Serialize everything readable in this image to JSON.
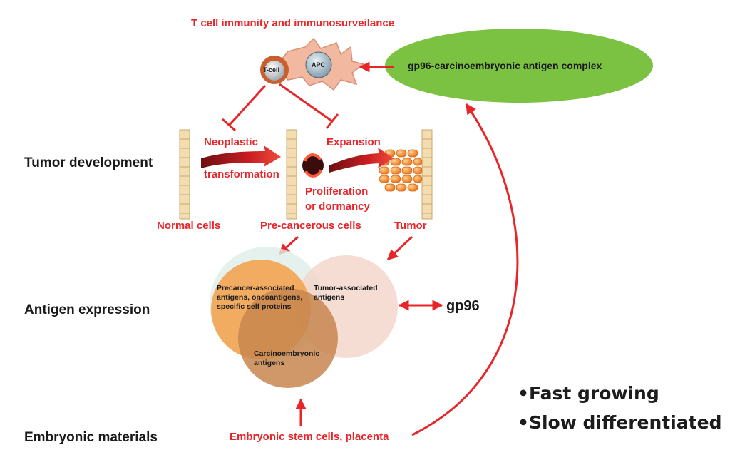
{
  "colors": {
    "accent_red": "#e8262a",
    "ellipse_green": "#7cc242",
    "cell_orange": "#f0a35e",
    "normal_cell": "#f3dcb0"
  },
  "diagram": {
    "top_label": "T cell immunity and immunosurveilance",
    "t_cell_label": "T-cell",
    "apc_label": "APC",
    "complex_label": "gp96-carcinoembryonic antigen complex",
    "rows": {
      "tumor_development": "Tumor development",
      "antigen_expression": "Antigen expression",
      "embryonic_materials": "Embryonic materials"
    },
    "steps": {
      "neoplastic_line1": "Neoplastic",
      "neoplastic_line2": "transformation",
      "expansion": "Expansion",
      "proliferation_line1": "Proliferation",
      "proliferation_line2": "or dormancy"
    },
    "stages": {
      "normal": "Normal cells",
      "precancerous": "Pre-cancerous cells",
      "tumor": "Tumor"
    },
    "circles": {
      "precancer_antigens": "Precancer-associated antigens, oncoantigens, specific self proteins",
      "tumor_antigens": "Tumor-associated antigens",
      "carcinoembryonic_antigens": "Carcinoembryonic antigens"
    },
    "gp96_label": "gp96",
    "embryonic_source": "Embryonic stem cells, placenta"
  },
  "bullets": {
    "fast_growing": "•Fast growing",
    "slow_differentiated": "•Slow differentiated"
  }
}
